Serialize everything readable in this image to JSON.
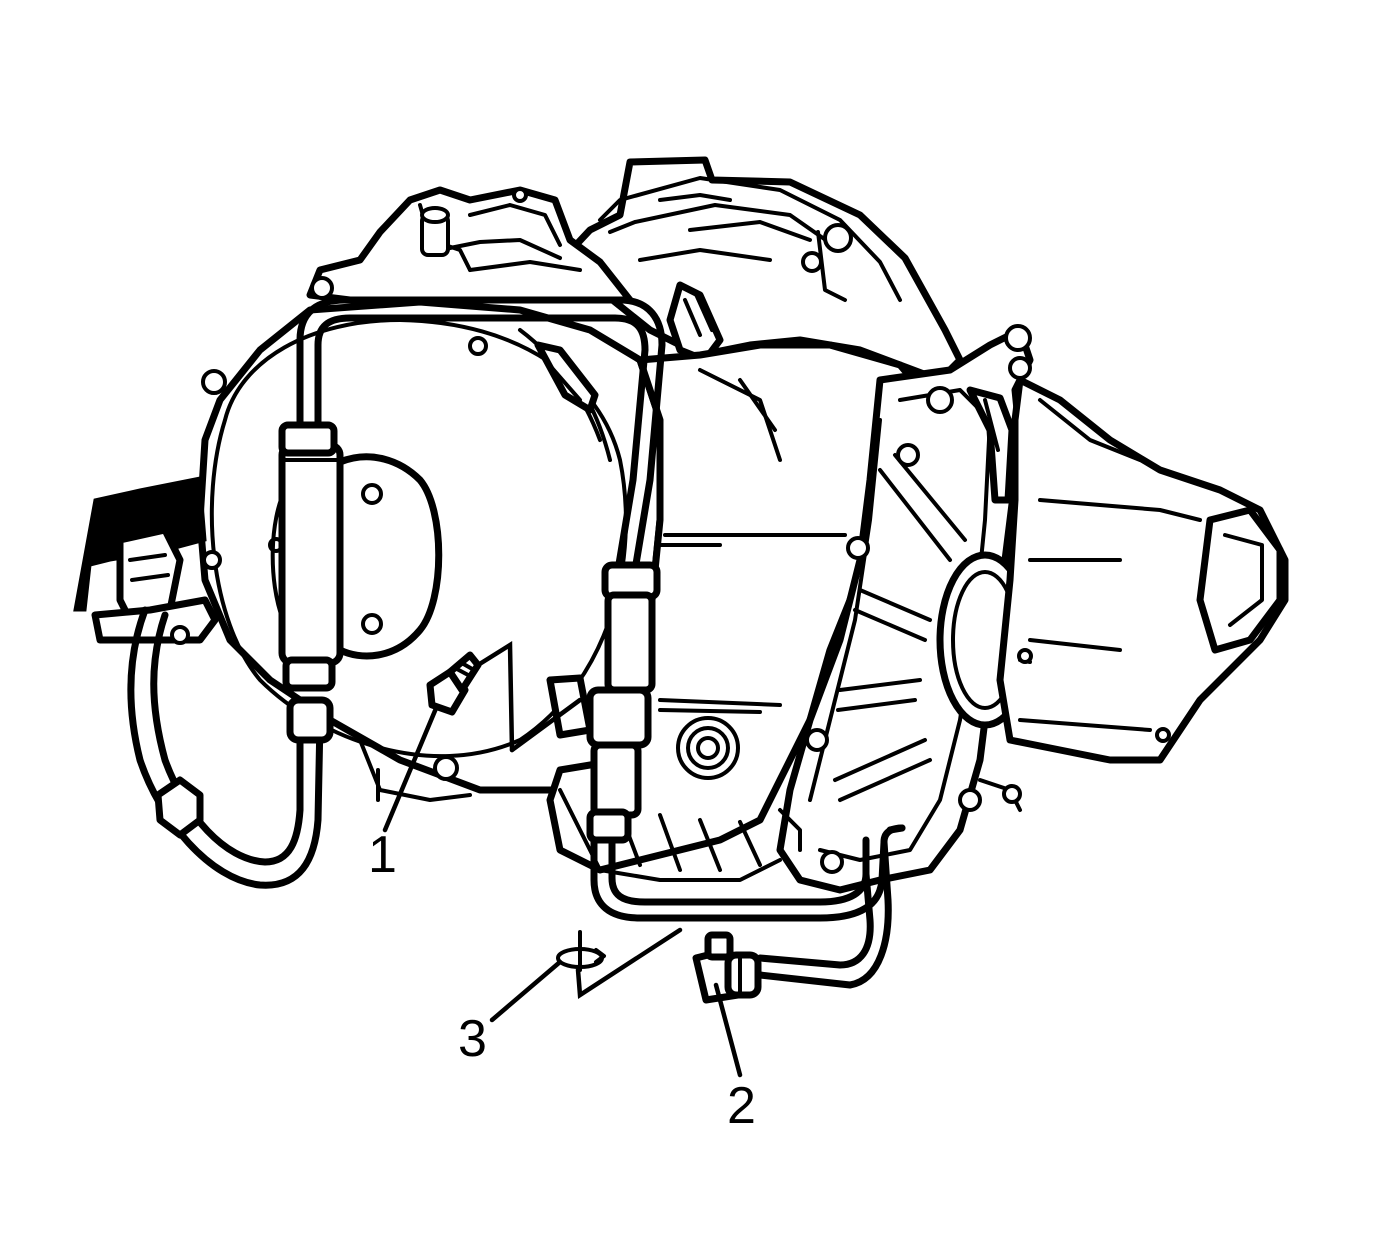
{
  "callouts": [
    {
      "id": "1",
      "text": "1"
    },
    {
      "id": "2",
      "text": "2"
    },
    {
      "id": "3",
      "text": "3"
    }
  ],
  "icons": {
    "torque_symbol": "rotate-arrow-icon"
  },
  "colors": {
    "line": "#000000",
    "background": "#ffffff"
  }
}
